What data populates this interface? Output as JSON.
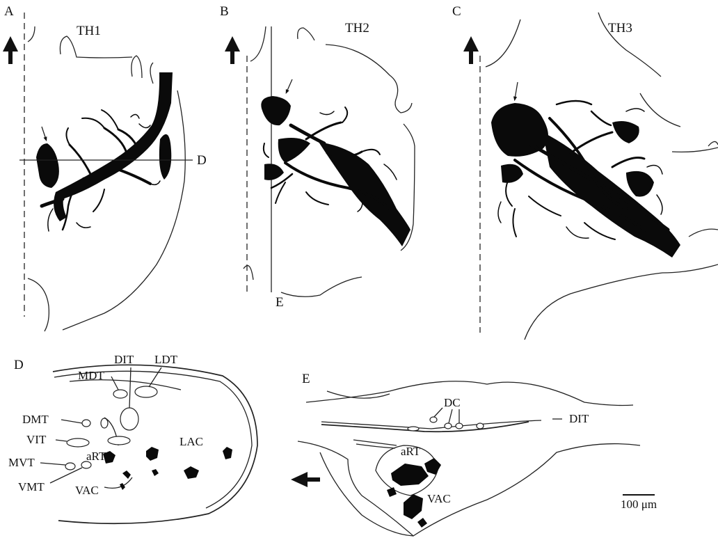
{
  "panels": {
    "A": {
      "letter": "A",
      "title": "TH1",
      "section_line_label": "D"
    },
    "B": {
      "letter": "B",
      "title": "TH2",
      "section_line_label": "E"
    },
    "C": {
      "letter": "C",
      "title": "TH3"
    },
    "D": {
      "letter": "D",
      "labels": [
        "MDT",
        "DIT",
        "LDT",
        "DMT",
        "VIT",
        "LAC",
        "MVT",
        "aRT",
        "VMT",
        "VAC"
      ]
    },
    "E": {
      "letter": "E",
      "labels": [
        "DC",
        "DIT",
        "aRT",
        "VAC"
      ]
    }
  },
  "scale_bar": {
    "label": "100 μm"
  }
}
